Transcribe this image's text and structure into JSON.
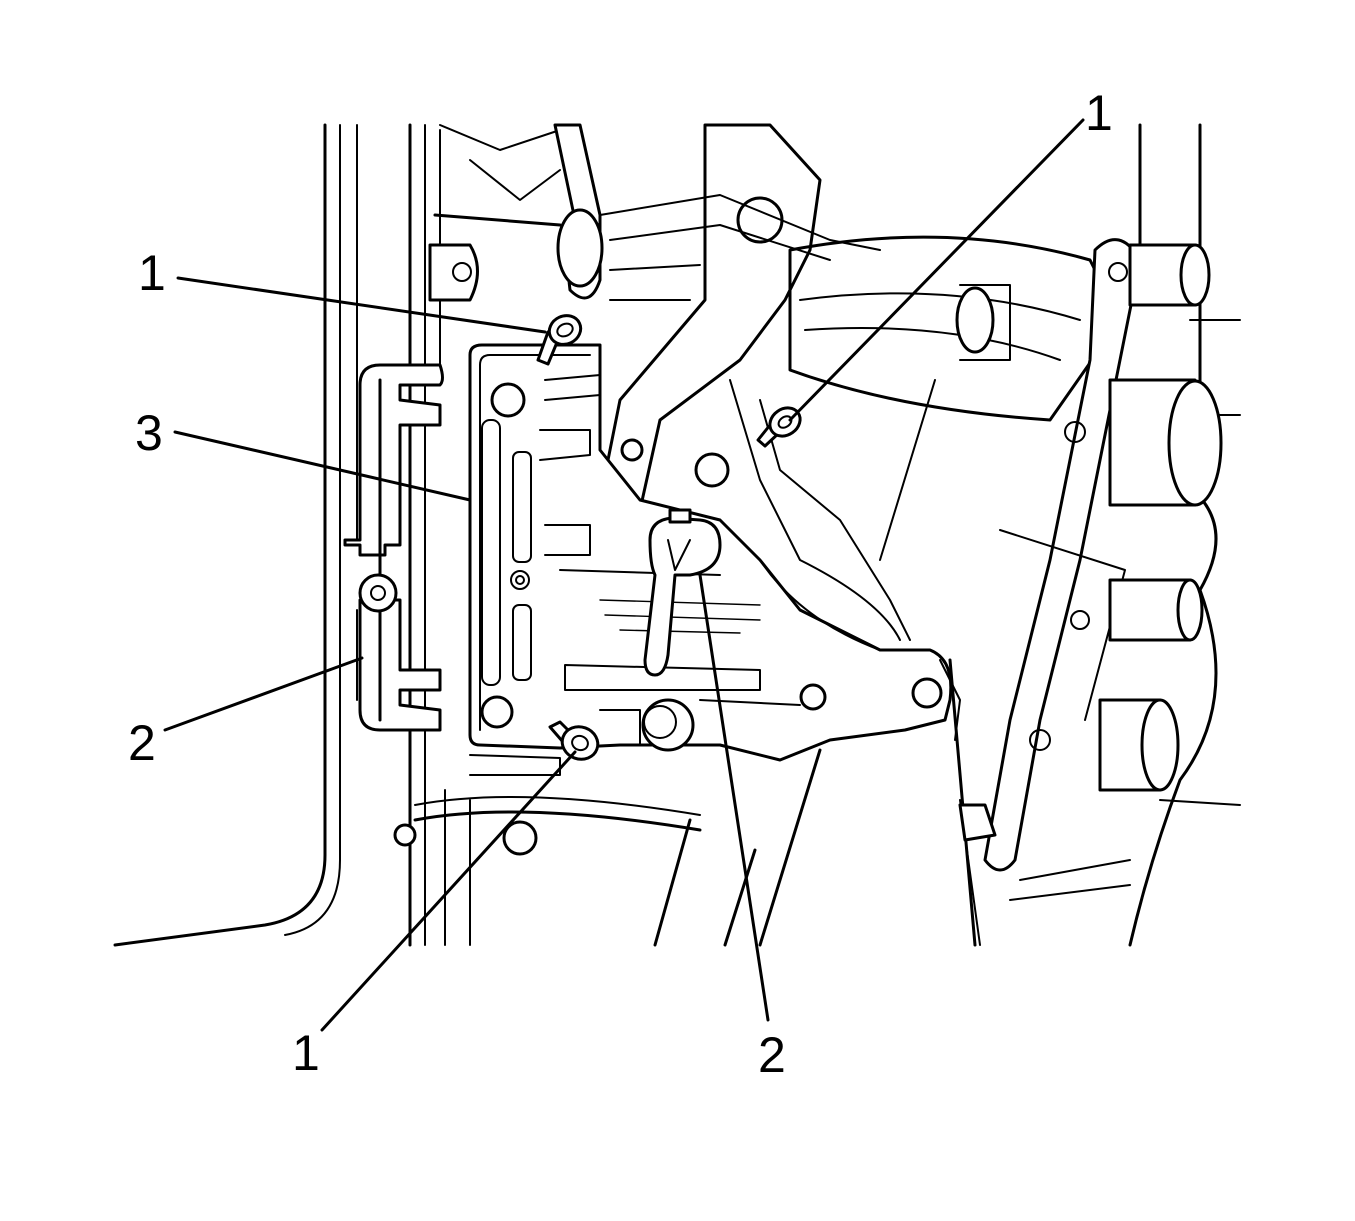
{
  "callouts": [
    {
      "id": "bolt-top-left",
      "label": "1"
    },
    {
      "id": "bolt-top-right",
      "label": "1"
    },
    {
      "id": "bolt-bottom",
      "label": "1"
    },
    {
      "id": "bracket",
      "label": "2"
    },
    {
      "id": "clip",
      "label": "2"
    },
    {
      "id": "module",
      "label": "3"
    }
  ]
}
